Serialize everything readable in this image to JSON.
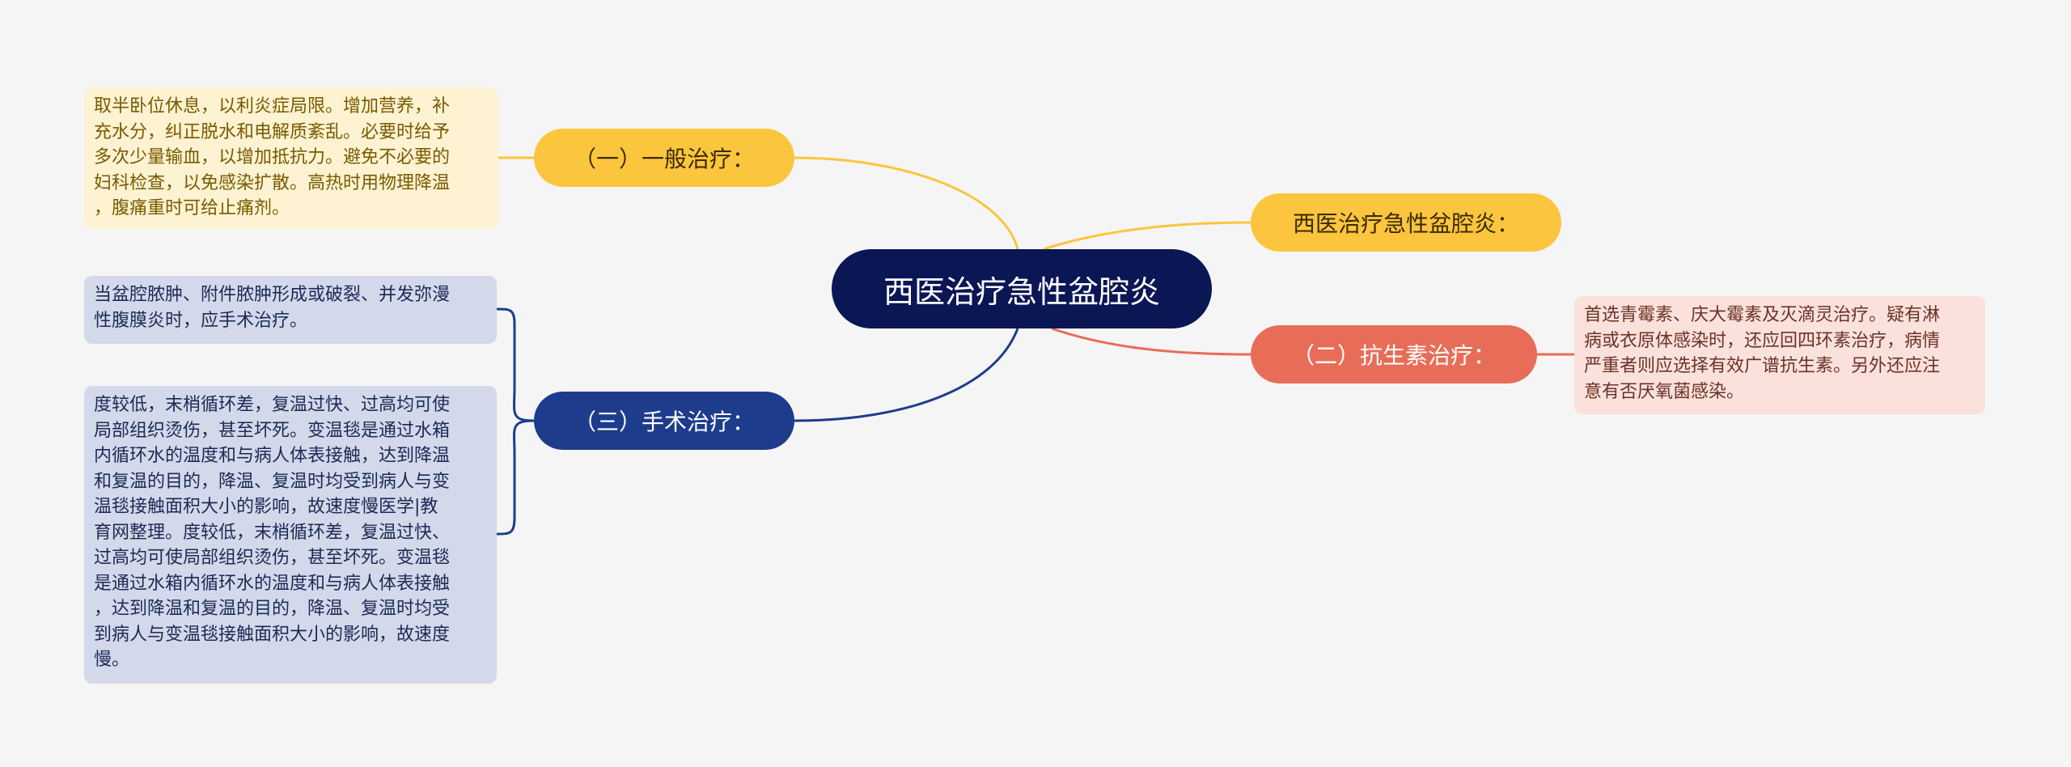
{
  "center": {
    "label": "西医治疗急性盆腔炎"
  },
  "branches": [
    {
      "id": "general",
      "label": "（一）一般治疗：",
      "color": "#fcc53e"
    },
    {
      "id": "title",
      "label": "西医治疗急性盆腔炎：",
      "color": "#fcc53e"
    },
    {
      "id": "antibiotic",
      "label": "（二）抗生素治疗：",
      "color": "#e86d58"
    },
    {
      "id": "surgery",
      "label": "（三）手术治疗：",
      "color": "#1e3c8c"
    }
  ],
  "leaves": {
    "general": "取半卧位休息，以利炎症局限。增加营养，补\n充水分，纠正脱水和电解质紊乱。必要时给予\n多次少量输血，以增加抵抗力。避免不必要的\n妇科检查，以免感染扩散。高热时用物理降温\n，腹痛重时可给止痛剂。",
    "antibiotic": "首选青霉素、庆大霉素及灭滴灵治疗。疑有淋\n病或衣原体感染时，还应回四环素治疗，病情\n严重者则应选择有效广谱抗生素。另外还应注\n意有否厌氧菌感染。",
    "surgery_1": "当盆腔脓肿、附件脓肿形成或破裂、并发弥漫\n性腹膜炎时，应手术治疗。",
    "surgery_2": "度较低，末梢循环差，复温过快、过高均可使\n局部组织烫伤，甚至坏死。变温毯是通过水箱\n内循环水的温度和与病人体表接触，达到降温\n和复温的目的，降温、复温时均受到病人与变\n温毯接触面积大小的影响，故速度慢医学|教\n育网整理。度较低，末梢循环差，复温过快、\n过高均可使局部组织烫伤，甚至坏死。变温毯\n是通过水箱内循环水的温度和与病人体表接触\n，达到降温和复温的目的，降温、复温时均受\n到病人与变温毯接触面积大小的影响，故速度\n慢。"
  },
  "colors": {
    "background": "#f5f5f5",
    "center_fill": "#0b1655",
    "yellow": "#fcc53e",
    "red": "#e86d58",
    "navy": "#1e3c8c"
  }
}
